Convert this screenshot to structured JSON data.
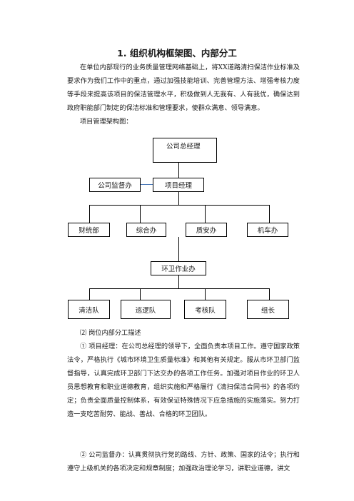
{
  "heading": "1. 组织机构框架图、内部分工",
  "intro": "在单位内部现行的业务质量管理网络基础上，将XX道路清扫保洁作业标准及要求作为我们工作中的重点，通过加强技能培训、完善管理方法、增强考核力度等手段来提高该项目的保洁管理水平，积极做到人无我有、人有我优，确保达到政府职能部门制定的保洁标准和管理要求，使群众满意、领导满意。",
  "chart_label": "项目管理架构图：",
  "org": {
    "ceo": "公司总经理",
    "supervision": "公司监督办",
    "project_manager": "项目经理",
    "departments": [
      "财统部",
      "综合办",
      "质安办",
      "机车办"
    ],
    "operations": "环卫作业办",
    "teams": [
      "清洁队",
      "巡逻队",
      "考核队",
      "组长"
    ]
  },
  "section": {
    "title": "⑵ 岗位内部分工描述",
    "item1": "① 项目经理：在公司总经理的领导下，全面负责本项目工作。遵守国家政策法令，严格执行《城市环境卫生质量标准》和其他有关规定。服从市环卫部门监督指导，认真完成环卫部门下达交办的各项工作任务。加强对项目作业的环卫人员思想教育和职业道德教育，组织实施和严格履行《清扫保洁合同书》的各项约定；负责全面质量控制体系，有效保证特殊情况下应急措施的实施落实。努力打造一支吃苦耐劳、能战、善战、合格的环卫团队。",
    "item2": "② 公司监督办：认真贯彻执行党的路线、方针、政策、国家的法令；执行和遵守上级机关的各项决定和规章制度；加强政治理论学习，讲职业道德，讲文"
  }
}
